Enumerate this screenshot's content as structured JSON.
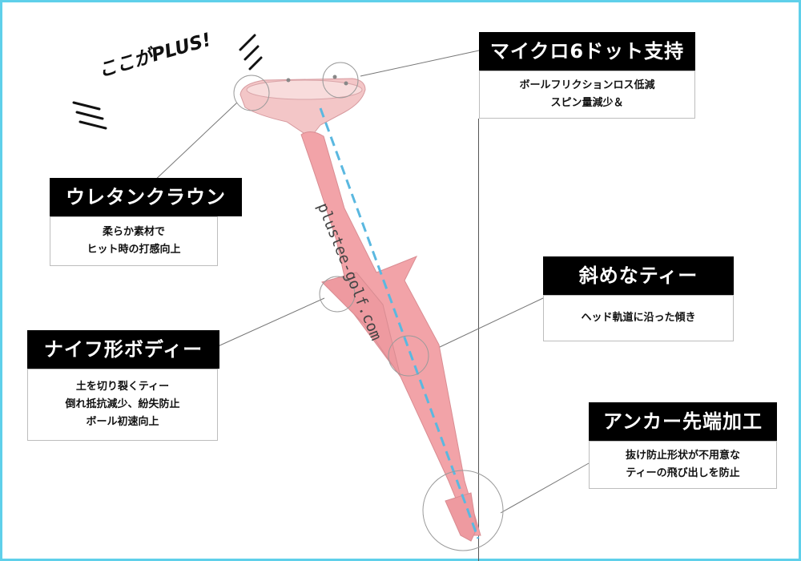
{
  "callouts": {
    "micro_dot": {
      "title": "マイクロ6ドット支持",
      "lines": [
        "ボールフリクションロス低減",
        "スピン量減少＆"
      ]
    },
    "urethane": {
      "title": "ウレタンクラウン",
      "lines": [
        "柔らか素材で",
        "ヒット時の打感向上"
      ]
    },
    "knife_body": {
      "title": "ナイフ形ボディー",
      "lines": [
        "土を切り裂くティー",
        "倒れ抵抗減少、紛失防止",
        "ボール初速向上"
      ]
    },
    "diagonal": {
      "title": "斜めなティー",
      "lines": [
        "ヘッド軌道に沿った傾き"
      ]
    },
    "anchor": {
      "title": "アンカー先端加工",
      "lines": [
        "抜け防止形状が不用意な",
        "ティーの飛び出しを防止"
      ]
    }
  },
  "badge": {
    "text": "ここがPLUS!"
  },
  "product": {
    "watermark": "plustee-golf.com"
  },
  "colors": {
    "frame": "#5fd0ea",
    "tee_pink": "#f2a3a8",
    "axis_line": "#5ab8e0"
  }
}
